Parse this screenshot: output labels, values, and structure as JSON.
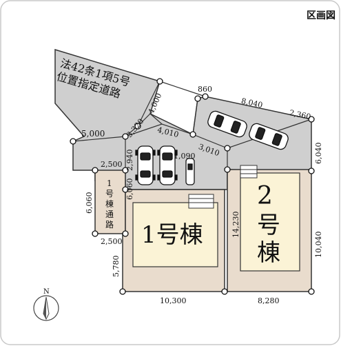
{
  "title": "区画図",
  "colors": {
    "road": "#cfcfcf",
    "lot": "#e9dccd",
    "house": "#fbf3d6",
    "stroke": "#333333"
  },
  "road_label": {
    "line1": "法42条1項5号",
    "line2": "位置指定道路"
  },
  "lots": [
    {
      "label": "1号棟"
    },
    {
      "label_line1": "2",
      "label_line2": "号",
      "label_line3": "棟"
    }
  ],
  "passage_label": [
    "1",
    "号",
    "棟",
    "通",
    "路"
  ],
  "dimensions": {
    "d5000": "5,000",
    "d3320": "3,320",
    "d4000": "4,000",
    "d860": "860",
    "d8040": "8,040",
    "d2360": "2,360",
    "d4010": "4,010",
    "d3010": "3,010",
    "d2500a": "2,500",
    "d2940": "2,940",
    "d1090": "1,090",
    "d6060a": "6,060",
    "d6060b": "6,060",
    "d6040": "6,040",
    "d14230": "14,230",
    "d10040": "10,040",
    "d2500b": "2,500",
    "d5780": "5,780",
    "d10300": "10,300",
    "d8280": "8,280"
  },
  "compass_label": "N"
}
